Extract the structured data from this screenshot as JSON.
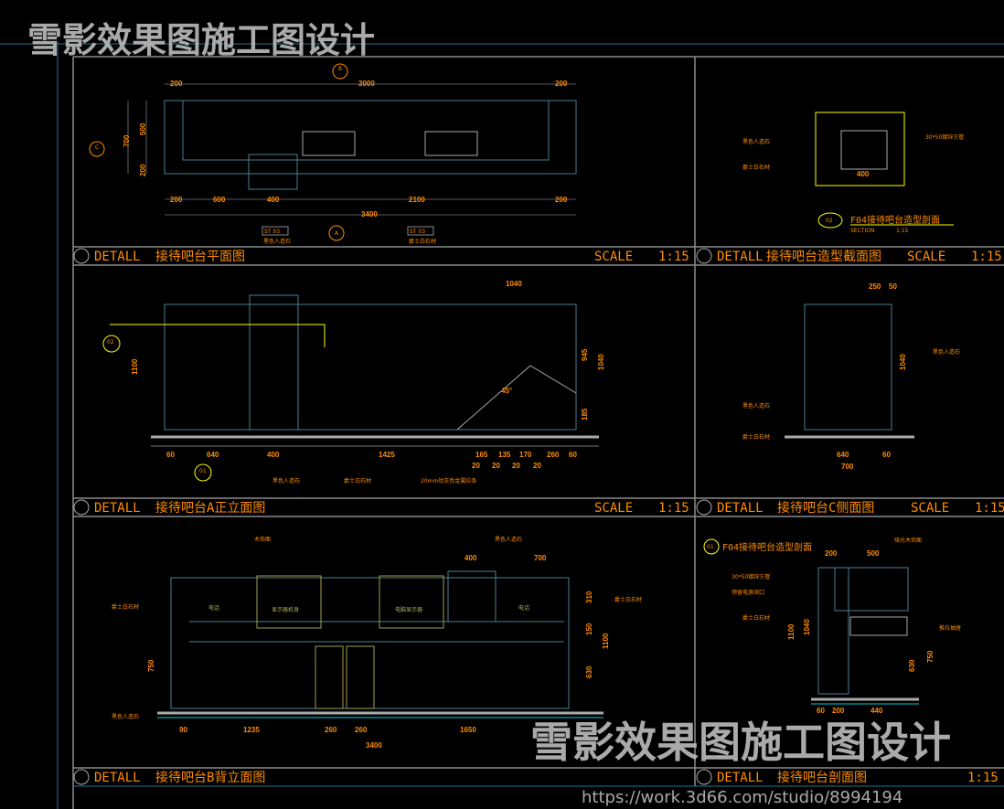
{
  "watermark": {
    "title": "雪影效果图施工图设计",
    "url": "https://work.3d66.com/studio/8994194"
  },
  "colors": {
    "background": "#000000",
    "frame": "#8a8a8a",
    "outline": "#4a7f8f",
    "dimension": "#ff8c00",
    "highlight": "#ffff00"
  },
  "panels": [
    {
      "detail": "DETALL",
      "title": "接待吧台平面图",
      "scale_label": "SCALE",
      "scale": "1:15"
    },
    {
      "detail": "DETALL",
      "title": "接待吧台造型截面图",
      "scale_label": "SCALE",
      "scale": "1:15"
    },
    {
      "detail": "DETALL",
      "title": "接待吧台A正立面图",
      "scale_label": "SCALE",
      "scale": "1:15"
    },
    {
      "detail": "DETALL",
      "title": "接待吧台C侧面图",
      "scale_label": "SCALE",
      "scale": "1:15"
    },
    {
      "detail": "DETALL",
      "title": "接待吧台B背立面图"
    },
    {
      "detail": "DETALL",
      "title": "接待吧台剖面图",
      "scale": "1:15"
    }
  ],
  "plan": {
    "top_dims": [
      "200",
      "3000",
      "200"
    ],
    "bottom_dims": [
      "200",
      "600",
      "400",
      "2100",
      "200"
    ],
    "total": "3400",
    "side_dims": [
      "700",
      "500",
      "200"
    ],
    "markers": [
      "A",
      "B",
      "C"
    ],
    "notes": [
      "黑色人造石",
      "爵士白石材"
    ],
    "tag": "ST 03"
  },
  "section": {
    "dim": "400",
    "notes": [
      "黑色人造石",
      "爵士白石材",
      "30*50镀锌方管"
    ],
    "title": "F04接待吧台造型剖面",
    "subtitle": "SECTION",
    "scale": "1:15",
    "marker": "02"
  },
  "elevation_a": {
    "bottom_dims": [
      "60",
      "640",
      "400",
      "1425",
      "165",
      "135",
      "170",
      "260",
      "60"
    ],
    "small_dims": [
      "20",
      "20",
      "20",
      "20"
    ],
    "top_dim": "1040",
    "heights": [
      "1100",
      "945",
      "1040",
      "185"
    ],
    "angle": "45°",
    "notes": [
      "黑色人造石",
      "爵士白石材",
      "20mm钛灰色金属拉条"
    ],
    "markers": [
      "02",
      "01"
    ]
  },
  "side_c": {
    "top_dims": [
      "250",
      "50"
    ],
    "bottom_dims": [
      "640",
      "60"
    ],
    "total": "700",
    "height": "1040",
    "notes": [
      "黑色人造石",
      "爵士白石材"
    ]
  },
  "elevation_b": {
    "top_dims": [
      "400",
      "700"
    ],
    "bottom_dims": [
      "90",
      "1235",
      "260",
      "260",
      "1650"
    ],
    "total": "3400",
    "heights": [
      "750",
      "1100",
      "310",
      "150",
      "630"
    ],
    "labels": [
      "显示器机身",
      "电脑显示器",
      "电话",
      "电话"
    ],
    "notes": [
      "木饰面",
      "黑色人造石",
      "爵士白石材"
    ]
  },
  "section_b": {
    "top_dims": [
      "200",
      "500"
    ],
    "bottom_dims": [
      "60",
      "200",
      "440"
    ],
    "heights": [
      "1100",
      "1040",
      "750",
      "630"
    ],
    "notes": [
      "30*50镀锌方管",
      "预留电源洞口",
      "爵士白石材",
      "推拉抽屉",
      "哑光木饰面"
    ],
    "title": "F04接待吧台造型剖面",
    "marker": "01"
  }
}
